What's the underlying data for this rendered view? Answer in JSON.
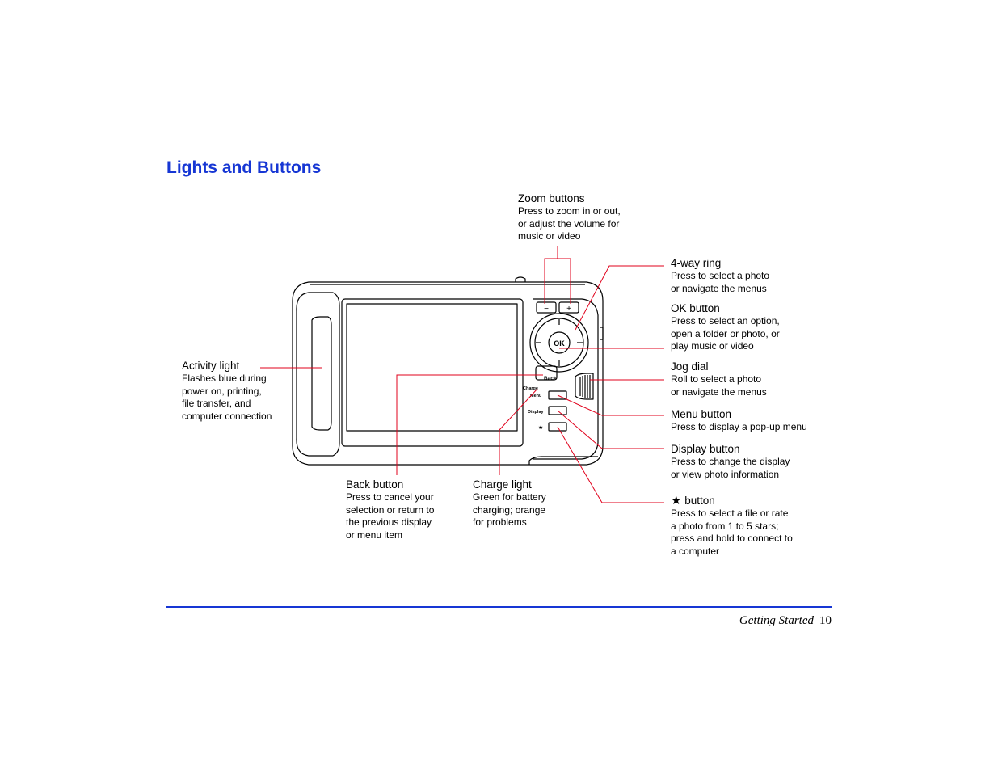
{
  "page": {
    "title": "Lights and Buttons"
  },
  "callouts": {
    "zoom": {
      "name": "Zoom buttons",
      "desc": "Press to zoom in or out,\nor adjust the volume for\nmusic or video"
    },
    "ring": {
      "name": "4-way ring",
      "desc": "Press to select a photo\nor navigate the menus"
    },
    "ok": {
      "name": "OK button",
      "desc": "Press to select an option,\nopen a folder or photo, or\nplay music or video"
    },
    "jog": {
      "name": "Jog dial",
      "desc": "Roll to select a photo\nor navigate the menus"
    },
    "menu": {
      "name": "Menu button",
      "desc": "Press to display a pop-up menu"
    },
    "display": {
      "name": "Display button",
      "desc": "Press to change the display\nor view photo information"
    },
    "star": {
      "symbol": "★",
      "name": "button",
      "desc": "Press to select a file or rate\na photo from 1 to 5 stars;\npress and hold to connect to\na computer"
    },
    "activity": {
      "name": "Activity light",
      "desc": "Flashes blue during\npower on, printing,\nfile transfer, and\ncomputer connection"
    },
    "back": {
      "name": "Back button",
      "desc": "Press to cancel your\nselection or return to\nthe previous display\nor menu item"
    },
    "charge": {
      "name": "Charge light",
      "desc": "Green for battery\ncharging; orange\nfor problems"
    }
  },
  "device_labels": {
    "minus": "−",
    "plus": "+",
    "ok": "OK",
    "back": "Back",
    "charge": "Charge",
    "menu": "Menu",
    "display": "Display",
    "star": "★"
  },
  "footer": {
    "section": "Getting Started",
    "page_number": "10"
  },
  "colors": {
    "heading": "#1636d4",
    "leader": "#e0001b",
    "rule": "#1636d4"
  }
}
